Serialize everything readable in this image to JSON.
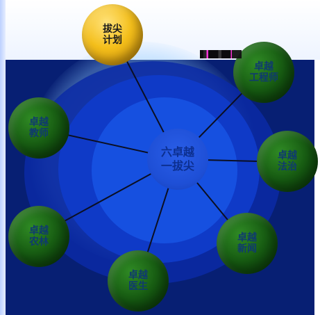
{
  "diagram": {
    "center": {
      "label": "六卓越\n一拔尖"
    },
    "nodes": [
      {
        "id": "top",
        "label": "拔尖\n计划"
      },
      {
        "id": "right-top",
        "label": "卓越\n工程师"
      },
      {
        "id": "right",
        "label": "卓越\n法治"
      },
      {
        "id": "right-bottom",
        "label": "卓越\n新闻"
      },
      {
        "id": "bottom",
        "label": "卓越\n医生"
      },
      {
        "id": "left-bottom",
        "label": "卓越\n农林"
      },
      {
        "id": "left-top",
        "label": "卓越\n教师"
      }
    ]
  },
  "colors": {
    "panel": "#071f73",
    "node_green": "#145510",
    "node_gold": "#f4bf1b",
    "lines": "#0b0f22"
  }
}
